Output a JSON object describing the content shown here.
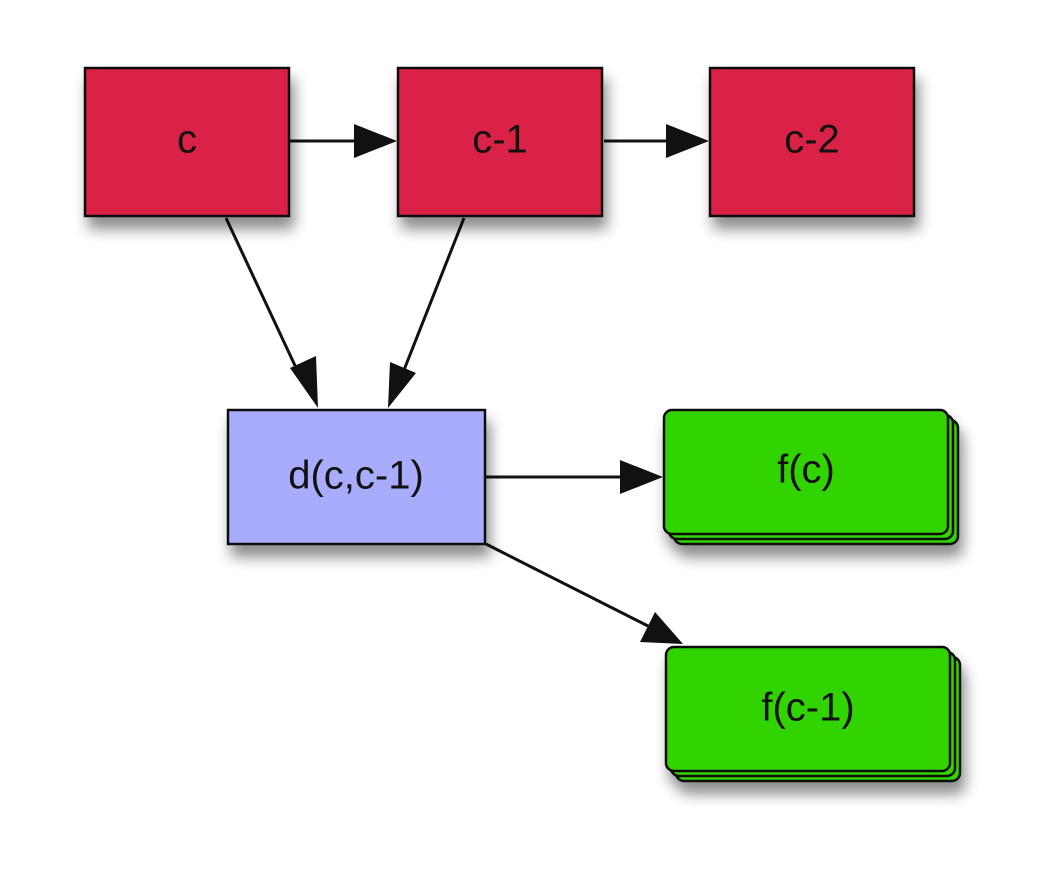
{
  "nodes": {
    "c": {
      "label": "c",
      "color": "#d92144"
    },
    "c_minus_1": {
      "label": "c-1",
      "color": "#d92144"
    },
    "c_minus_2": {
      "label": "c-2",
      "color": "#d92144"
    },
    "d": {
      "label": "d(c,c-1)",
      "color": "#a9acfd"
    },
    "f_c": {
      "label": "f(c)",
      "color": "#33d400"
    },
    "f_c_minus_1": {
      "label": "f(c-1)",
      "color": "#33d400"
    }
  },
  "colors": {
    "stroke": "#111111",
    "label": "#111111"
  }
}
